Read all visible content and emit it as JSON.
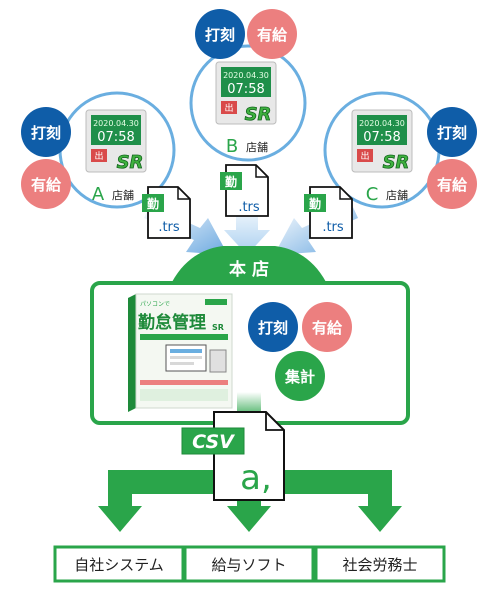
{
  "colors": {
    "green": "#2aa54a",
    "green_dark": "#1e8a3a",
    "blue_dark": "#0f5da8",
    "pink": "#ec7f7f",
    "circle_stroke": "#6aaee0",
    "arrow_blue": "#3b82c8",
    "arrow_blue_light": "#a9cff0",
    "lcd": "#1f8f4a"
  },
  "badges": {
    "dakoku": "打刻",
    "yukyu": "有給",
    "shukei": "集計"
  },
  "stores": [
    {
      "letter": "A",
      "suffix": "店舗",
      "date": "2020.04.30",
      "time": "07:58",
      "out_label": "出",
      "brand": "SR"
    },
    {
      "letter": "B",
      "suffix": "店舗",
      "date": "2020.04.30",
      "time": "07:58",
      "out_label": "出",
      "brand": "SR"
    },
    {
      "letter": "C",
      "suffix": "店舗",
      "date": "2020.04.30",
      "time": "07:58",
      "out_label": "出",
      "brand": "SR"
    }
  ],
  "file_icon": {
    "kanji": "勤",
    "ext": ".trs"
  },
  "headquarters": {
    "label": "本 店"
  },
  "product": {
    "title": "勤怠管理",
    "title_suffix": "SR",
    "maker_tag": "パソコンで"
  },
  "csv": {
    "label": "CSV",
    "sample": "a,"
  },
  "outputs": [
    "自社システム",
    "給与ソフト",
    "社会労務士"
  ]
}
